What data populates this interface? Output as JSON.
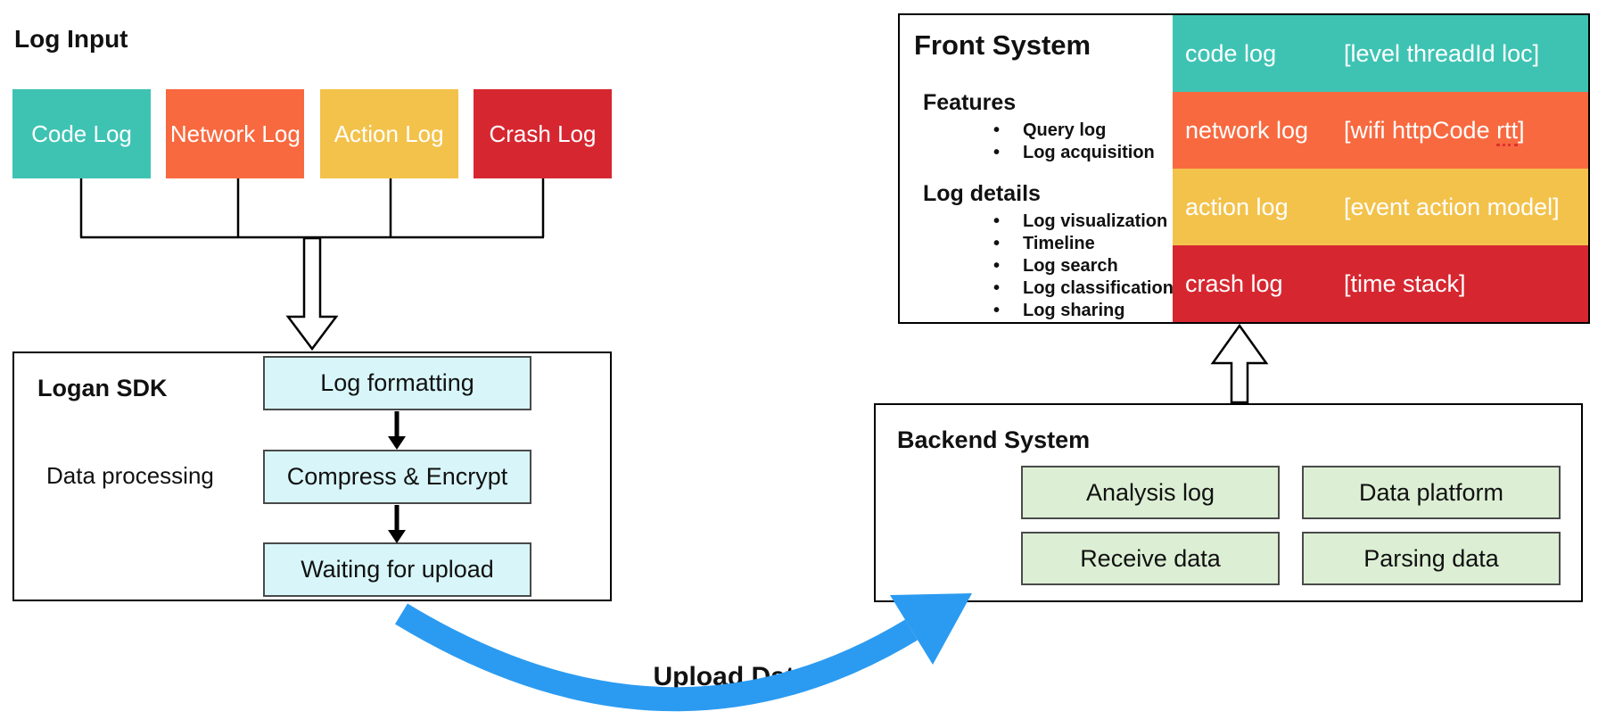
{
  "log_input": {
    "title": "Log Input",
    "boxes": [
      {
        "label": "Code Log",
        "color": "#3ec3b3"
      },
      {
        "label": "Network Log",
        "color": "#f8693f"
      },
      {
        "label": "Action Log",
        "color": "#f3c24b"
      },
      {
        "label": "Crash Log",
        "color": "#d62730"
      }
    ]
  },
  "logan_sdk": {
    "title": "Logan SDK",
    "subtitle": "Data processing",
    "steps": [
      "Log formatting",
      "Compress & Encrypt",
      "Waiting for upload"
    ]
  },
  "upload_arrow": {
    "label": "Upload Data",
    "color": "#2b9bf1"
  },
  "front_system": {
    "title": "Front System",
    "sections": [
      {
        "heading": "Features",
        "items": [
          "Query log",
          "Log acquisition"
        ]
      },
      {
        "heading": "Log details",
        "items": [
          "Log visualization",
          "Timeline",
          "Log search",
          "Log classification",
          "Log sharing"
        ]
      }
    ],
    "log_rows": [
      {
        "label": "code log",
        "detail": "[level threadId loc]",
        "color": "#3ec3b3"
      },
      {
        "label": "network log",
        "detail": "[wifi httpCode rtt]",
        "color": "#f8693f",
        "underline_word": "rtt"
      },
      {
        "label": "action log",
        "detail": "[event action model]",
        "color": "#f3c24b"
      },
      {
        "label": "crash log",
        "detail": "[time stack]",
        "color": "#d62730"
      }
    ]
  },
  "backend_system": {
    "title": "Backend System",
    "boxes": [
      "Analysis log",
      "Data platform",
      "Receive data",
      "Parsing data"
    ]
  },
  "colors": {
    "step_fill": "#d8f6f9",
    "backend_fill": "#dcefd4",
    "arrow_blue": "#2b9bf1",
    "outline": "#000000"
  }
}
